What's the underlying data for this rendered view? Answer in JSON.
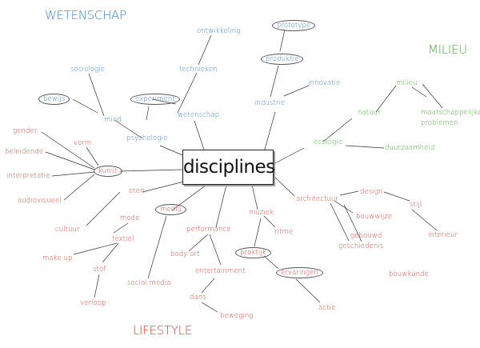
{
  "categories": {
    "science": "WETENSCHAP",
    "environment": "MILIEU",
    "lifestyle": "LIFESTYLE"
  },
  "center": "disciplines",
  "nodes": {
    "sociologie": "sociologie",
    "ontwikkeling": "ontwikkeling",
    "technieken": "technieken",
    "prototype": "prototype",
    "produktie": "produktie",
    "innovatie": "innovatie",
    "industrie": "industrie",
    "bewijs": "bewijs",
    "experiment": "experiment",
    "mind": "mind",
    "wetenschap": "wetenschap",
    "psychologie": "psychologie",
    "milieu": "milieu",
    "maatschappelijke": "maatschappelijke",
    "problemen": "problemen",
    "natuur": "natuur",
    "ecologie": "ecologie",
    "duurzaamheid": "duurzaamheid",
    "gender": "gender",
    "vorm": "vorm",
    "beleidende": "beleidende",
    "kunst": "kunst",
    "interpretatie": "interpretatie",
    "audiovisueel": "audiovisueel",
    "eten": "eten",
    "media": "media",
    "mode": "mode",
    "cultuur": "cultuur",
    "textiel": "textiel",
    "make_up": "make up",
    "stof": "stof",
    "verloop": "verloop",
    "social_media": "social media",
    "performance": "performance",
    "bodyart": "body art",
    "entertainment": "entertainment",
    "dans": "dans",
    "beweging": "beweging",
    "muziek": "muziek",
    "ritme": "ritme",
    "praktijk": "praktijk",
    "ervaringen": "ervaringen",
    "actie": "actie",
    "architectuur": "architectuur",
    "design": "design",
    "stijl": "stijl",
    "bouwwijze": "bouwwijze",
    "gebouwd": "gebouwd",
    "geschiedenis": "geschiedenis",
    "interieur": "interieur",
    "bouwkunde": "bouwkunde"
  },
  "colors": {
    "science": "#3d7fc4",
    "environment": "#4aaa3a",
    "lifestyle": "#d0473a",
    "edge": "#333333"
  }
}
